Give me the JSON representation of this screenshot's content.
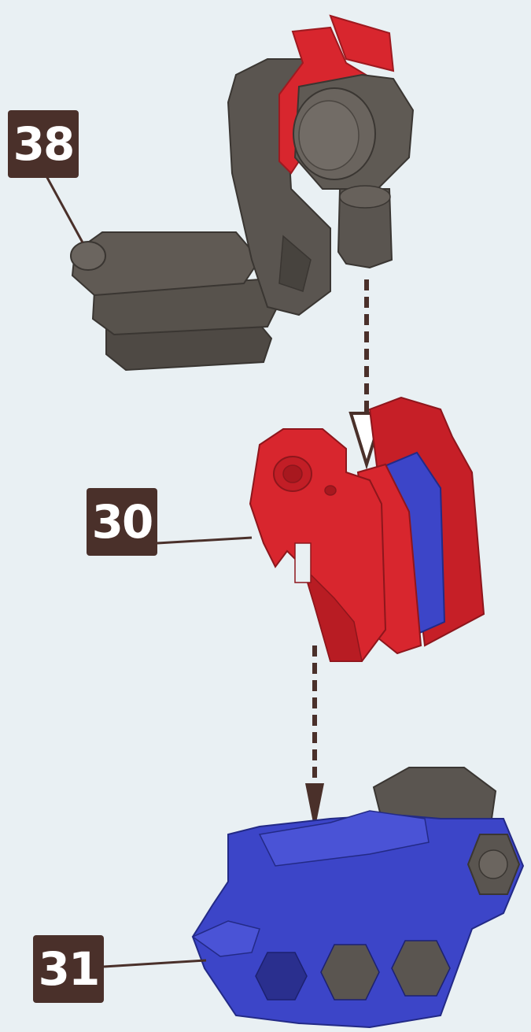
{
  "parts": [
    {
      "id": "38",
      "label": "38",
      "color": "#5a5550",
      "name": "arm-with-fist"
    },
    {
      "id": "30",
      "label": "30",
      "color": "#d8262e",
      "name": "red-joint-block"
    },
    {
      "id": "31",
      "label": "31",
      "color": "#3c45c8",
      "name": "blue-base-block"
    }
  ],
  "colors": {
    "background": "#e9f0f3",
    "label_bg": "#4a302a",
    "arrow": "#4a302a",
    "grey": "#5a5550",
    "red": "#d8262e",
    "blue": "#3c45c8"
  }
}
